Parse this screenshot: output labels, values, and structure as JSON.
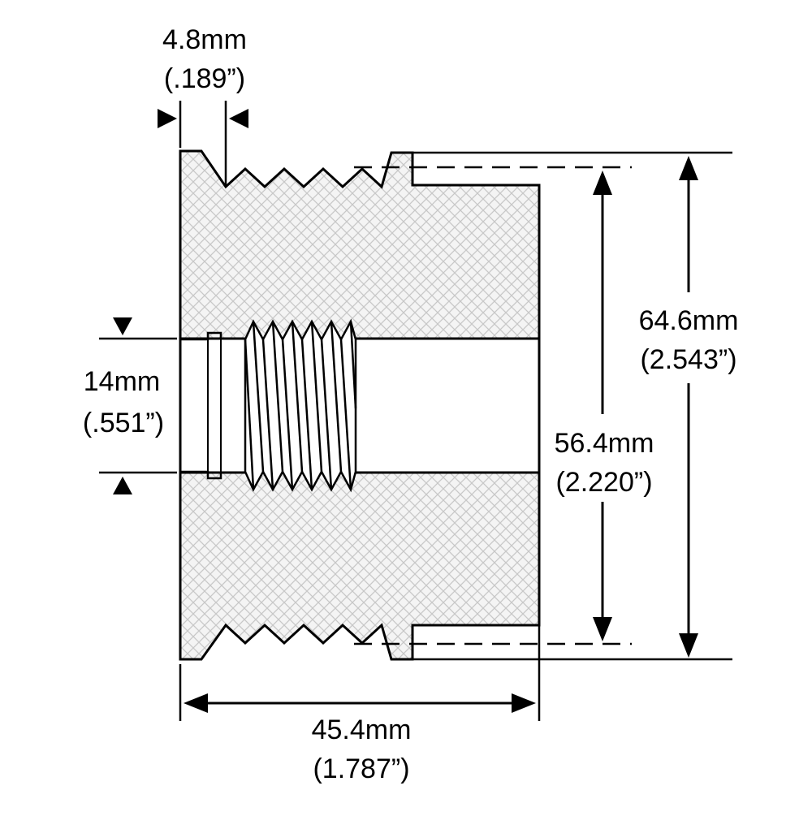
{
  "drawing": {
    "part": "alternator pulley cross-section",
    "dimensions": {
      "groove_pitch": {
        "mm": "4.8mm",
        "inch": "(.189”)"
      },
      "bore": {
        "mm": "14mm",
        "inch": "(.551”)"
      },
      "outer_diameter": {
        "mm": "64.6mm",
        "inch": "(2.543”)"
      },
      "effective_diameter": {
        "mm": "56.4mm",
        "inch": "(2.220”)"
      },
      "length": {
        "mm": "45.4mm",
        "inch": "(1.787”)"
      }
    },
    "colors": {
      "line": "#000000",
      "hatch": "#c8c8c8",
      "body": "#f4f4f4",
      "background": "#ffffff"
    }
  }
}
